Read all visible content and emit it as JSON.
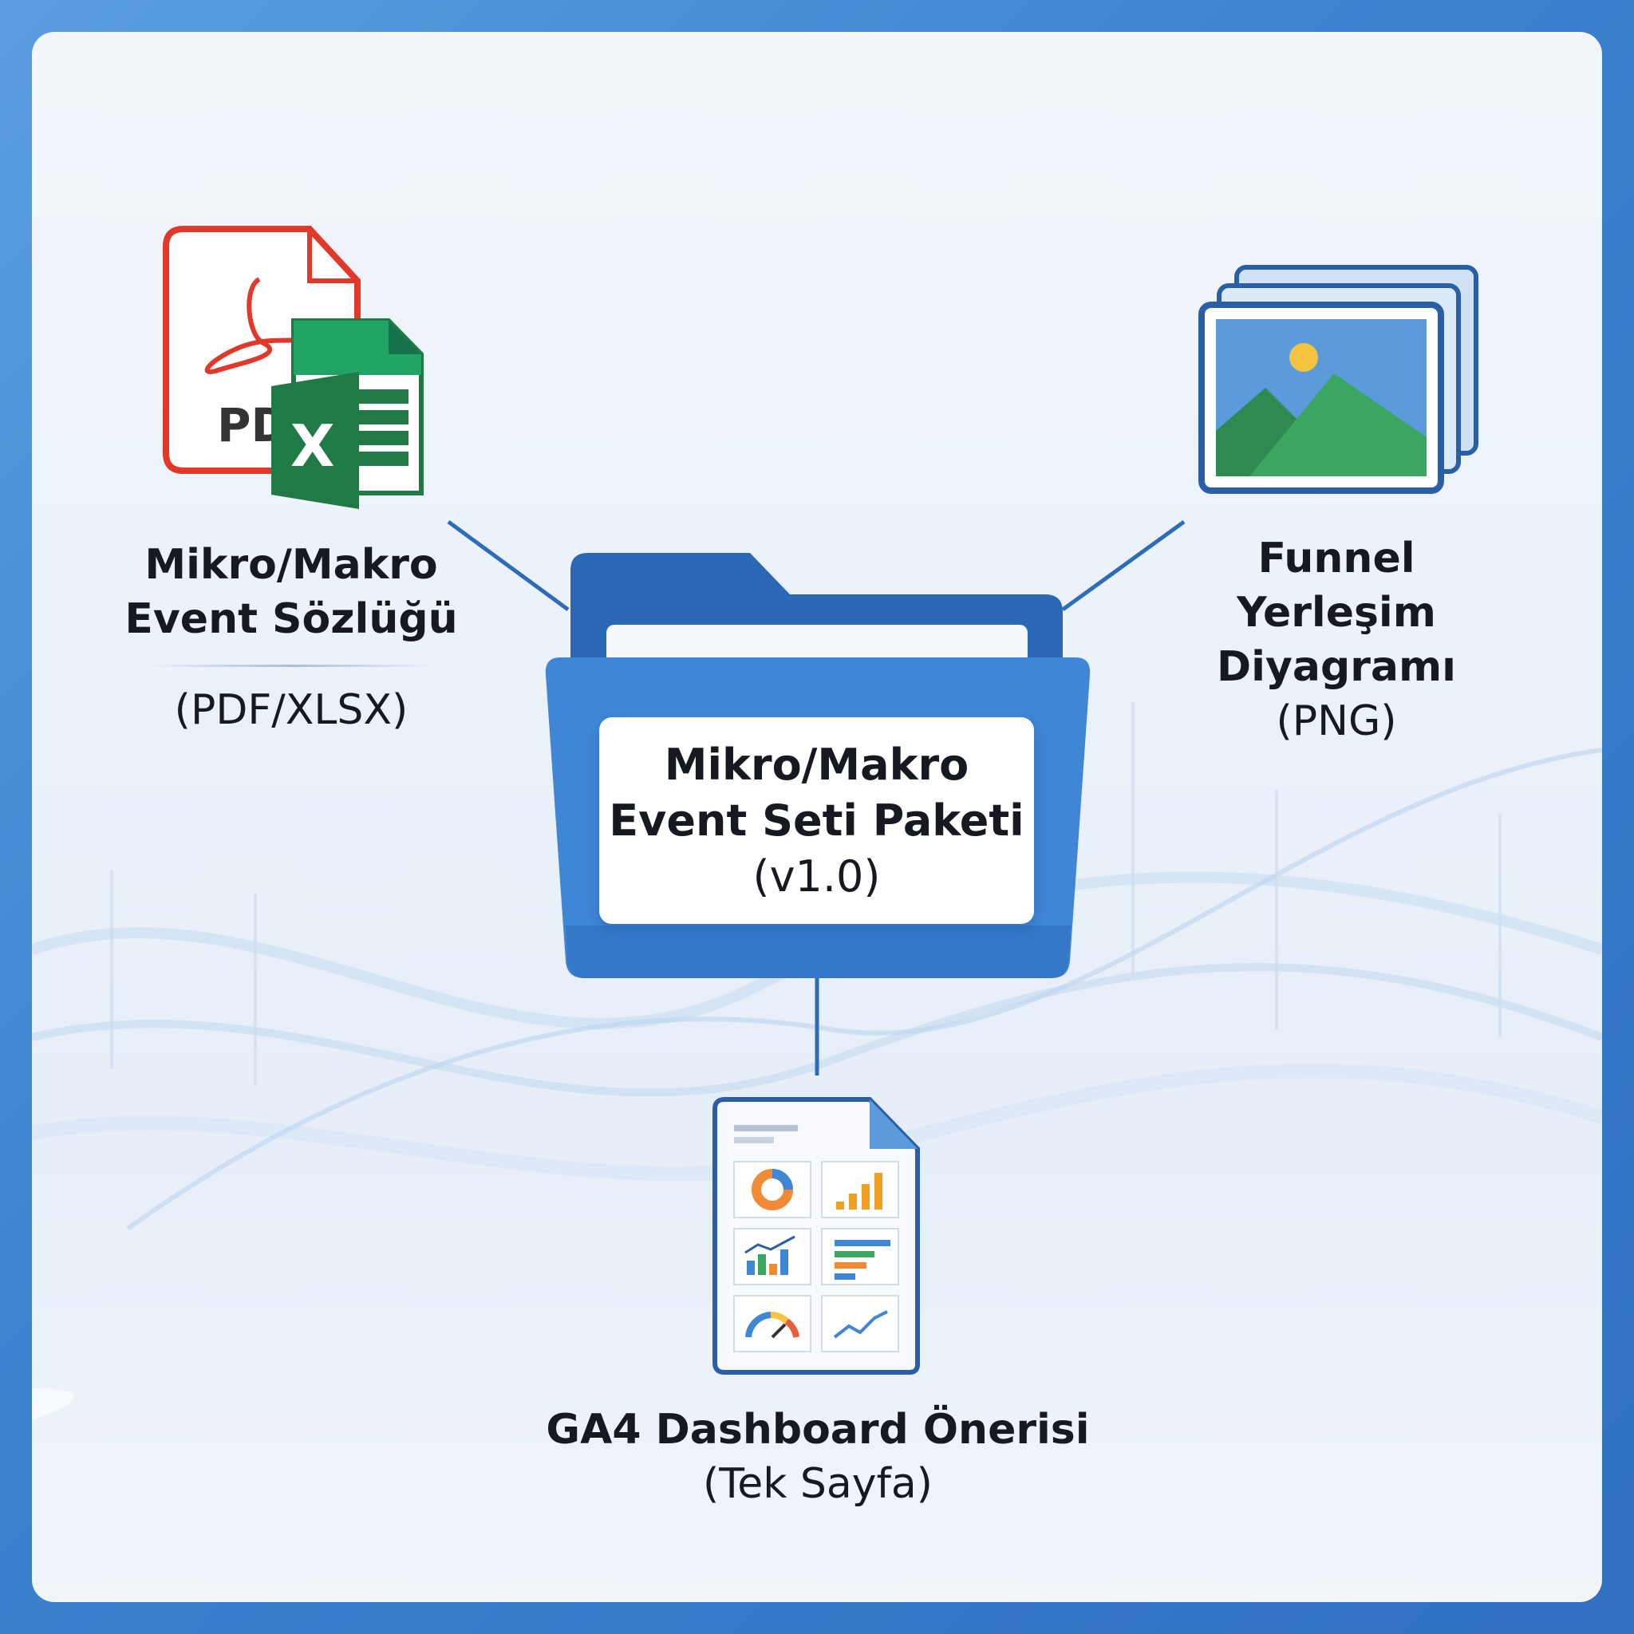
{
  "center": {
    "title_line1": "Mikro/Makro",
    "title_line2": "Event Seti Paketi",
    "version": "(v1.0)"
  },
  "items": {
    "dictionary": {
      "title_line1": "Mikro/Makro",
      "title_line2": "Event Sözlüğü",
      "format": "(PDF/XLSX)",
      "icon_pdf_text": "PDF",
      "icon_excel_text": "X"
    },
    "funnel": {
      "title_line1": "Funnel",
      "title_line2": "Yerleşim",
      "title_line3": "Diyagramı",
      "format": "(PNG)"
    },
    "dashboard": {
      "title": "GA4 Dashboard Önerisi",
      "format": "(Tek Sayfa)"
    }
  },
  "colors": {
    "frame_blue": "#3d83d0",
    "folder_blue": "#3f86d6",
    "folder_dark": "#2a68b5",
    "connector": "#2e6bb8",
    "pdf_red": "#e1382a",
    "excel_green": "#1f7a45",
    "text": "#161a20"
  }
}
